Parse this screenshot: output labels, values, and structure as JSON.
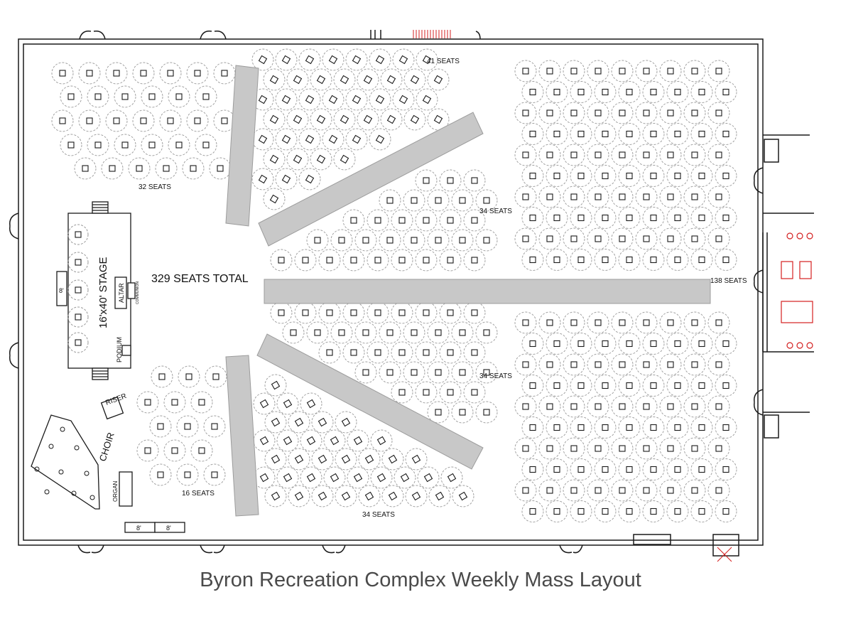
{
  "labels": {
    "total": "329 SEATS TOTAL",
    "seats_41": "41 SEATS",
    "seats_32": "32 SEATS",
    "seats_34_upper": "34 SEATS",
    "seats_138": "138 SEATS",
    "seats_34_lower": "34 SEATS",
    "seats_16": "16 SEATS",
    "seats_34_bottom": "34 SEATS",
    "stage": "16'x40' STAGE",
    "altar": "ALTAR",
    "communion": "COMMUNION",
    "podium": "PODIUM",
    "riser": "RISER",
    "choir": "CHOIR",
    "organ": "ORGAN",
    "table_left": "8'",
    "table_bottom_1": "8'",
    "table_bottom_2": "8'"
  },
  "caption": "Byron Recreation Complex Weekly Mass Layout",
  "colors": {
    "line": "#1a1a1a",
    "aisle": "#c8c8c8",
    "seat_circle": "#9a9a9a",
    "restroom": "#d42020"
  }
}
